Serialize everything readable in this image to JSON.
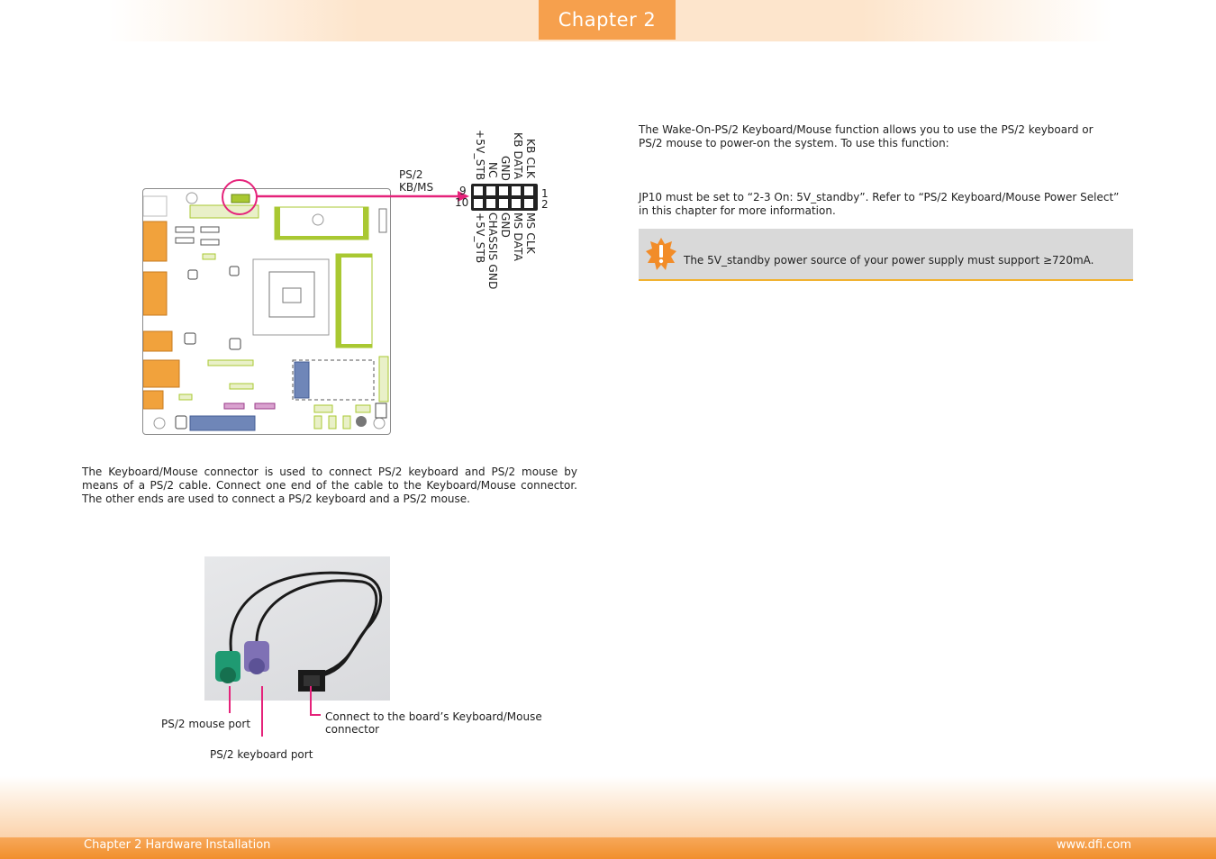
{
  "header": {
    "chapter_tab": "Chapter 2"
  },
  "diagram": {
    "callout_label_line1": "PS/2",
    "callout_label_line2": "KB/MS",
    "pin_numbers": {
      "top_left": "9",
      "bottom_left": "10",
      "top_right": "1",
      "bottom_right": "2"
    },
    "top_row_labels": [
      "KB CLK",
      "KB DATA",
      "GND",
      "NC",
      "+5V_STB"
    ],
    "bottom_row_labels": [
      "MS CLK",
      "MS DATA",
      "GND",
      "CHASSIS GND",
      "+5V_STB"
    ],
    "highlight_color": "#e5227a",
    "slot_color": "#a9c832",
    "port_color": "#f1a23c"
  },
  "left_text": {
    "description": "The Keyboard/Mouse connector is used to connect PS/2 keyboard and PS/2 mouse by means of a PS/2 cable. Connect one end of the cable to the Keyboard/Mouse connector. The other ends are used to connect a PS/2 keyboard and a PS/2 mouse."
  },
  "photo_captions": {
    "mouse_port": "PS/2 mouse port",
    "keyboard_port": "PS/2 keyboard port",
    "board_connector_line1": "Connect to the board’s Keyboard/Mouse",
    "board_connector_line2": "connector"
  },
  "right_text": {
    "wake_para": "The Wake-On-PS/2 Keyboard/Mouse function allows you to use the PS/2 keyboard or PS/2 mouse to power-on the system. To use this function:",
    "jp10_line1": "JP10 must be set to “2-3 On: 5V_standby”. Refer to “PS/2 Keyboard/Mouse Power Select”",
    "jp10_line2": "in this chapter for more information.",
    "note_icon": "warning-icon",
    "note": "The 5V_standby power source of your power supply must support ≥720mA."
  },
  "footer": {
    "left": "Chapter 2 Hardware Installation",
    "right": "www.dfi.com"
  }
}
